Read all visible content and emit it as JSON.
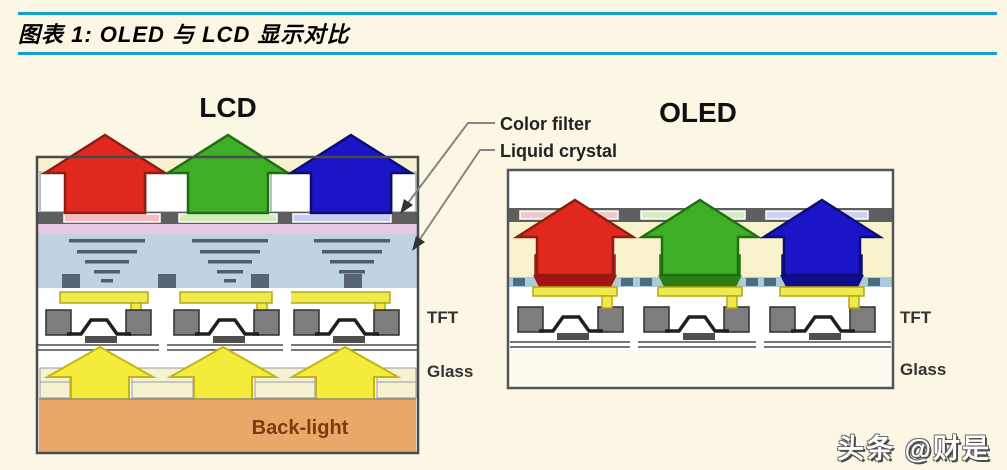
{
  "header": {
    "title": "图表 1: OLED 与 LCD 显示对比"
  },
  "diagram": {
    "lcd": {
      "title": "LCD",
      "labels": {
        "tft": "TFT",
        "glass": "Glass",
        "backlight": "Back-light"
      }
    },
    "oled": {
      "title": "OLED",
      "labels": {
        "tft": "TFT",
        "glass": "Glass"
      }
    },
    "callouts": {
      "color_filter": "Color filter",
      "liquid_crystal": "Liquid crystal"
    },
    "colors": {
      "page_background": "#fcf6e4",
      "header_rule_blue": "#149fd9",
      "arrow_red": "#e0281f",
      "arrow_green": "#3fae27",
      "arrow_blue": "#1b15c8",
      "arrow_yellow": "#f4eb3b",
      "backlight_orange": "#e9a76a",
      "liquid_crystal_blue": "#bfd3e2",
      "polarizer_pink": "#e7c9e6",
      "layer_pale_yellow": "#f6f2cf",
      "layer_dark_gray": "#5e5e5e"
    }
  },
  "watermark": {
    "text": "头条 @财是"
  }
}
